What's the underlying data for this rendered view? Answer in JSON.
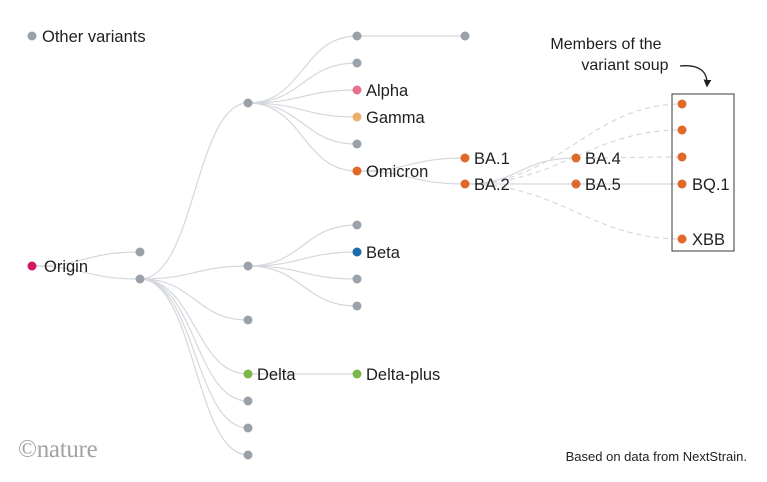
{
  "colors": {
    "grey": "#9aa1a9",
    "origin": "#d31760",
    "alpha": "#e8718f",
    "gamma": "#eab06a",
    "omicron": "#e0692a",
    "beta": "#1f6aa8",
    "delta": "#7ab648",
    "edge": "#d4d8dd"
  },
  "legend": {
    "label": "Other variants"
  },
  "labels": {
    "origin": "Origin",
    "alpha": "Alpha",
    "gamma": "Gamma",
    "omicron": "Omicron",
    "ba1": "BA.1",
    "ba2": "BA.2",
    "ba4": "BA.4",
    "ba5": "BA.5",
    "bq1": "BQ.1",
    "xbb": "XBB",
    "beta": "Beta",
    "delta": "Delta",
    "delta_plus": "Delta-plus"
  },
  "annotation": {
    "line1": "Members of the",
    "line2": "variant soup"
  },
  "footer": {
    "logo_symbol": "©",
    "logo_word": "nature",
    "credit": "Based on data from NextStrain."
  }
}
